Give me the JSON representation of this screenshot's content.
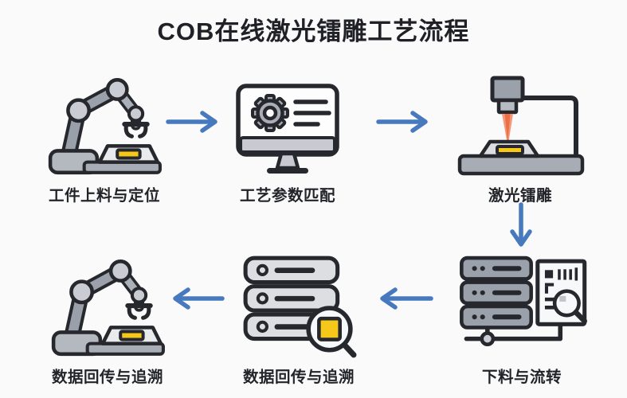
{
  "title": "COB在线激光镭雕工艺流程",
  "steps": [
    {
      "label": "工件上料与定位",
      "icon": "robot-arm"
    },
    {
      "label": "工艺参数匹配",
      "icon": "monitor-gear"
    },
    {
      "label": "激光镭雕",
      "icon": "laser-marking"
    },
    {
      "label": "下料与流转",
      "icon": "server-document"
    },
    {
      "label": "数据回传与追溯",
      "icon": "server-magnifier"
    },
    {
      "label": "数据回传与追溯",
      "icon": "robot-arm"
    }
  ],
  "flow": {
    "row1_direction": "left-to-right",
    "row2_direction": "right-to-left",
    "row_connector": "down-arrow-on-right"
  },
  "colors": {
    "background": "#FAFAFA",
    "arrow_blue": "#4679BD",
    "outline_dark": "#26282E",
    "accent_yellow": "#F6C81A",
    "laser_beam_orange": "#EC6F46",
    "machine_gray": "#9BA1AA",
    "light_gray": "#DCDEE2",
    "text": "#222429"
  }
}
